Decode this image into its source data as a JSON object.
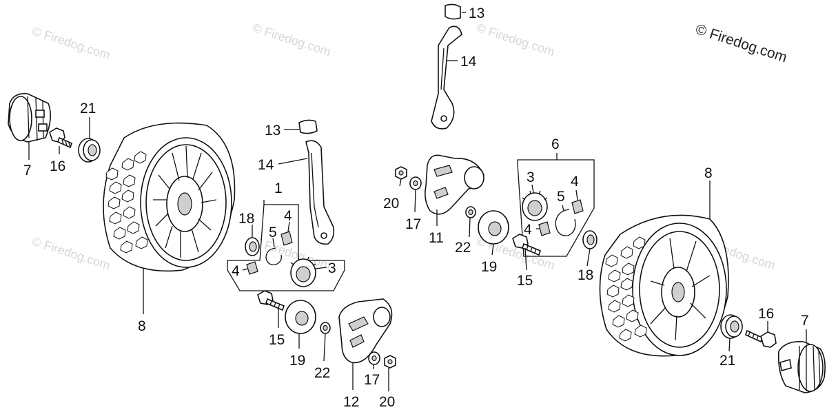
{
  "copyright": "© Firedog.com",
  "watermark": "© Firedog.com",
  "callouts": {
    "l7": "7",
    "l16": "16",
    "l21": "21",
    "l8": "8",
    "l13": "13",
    "l14": "14",
    "l1": "1",
    "l18": "18",
    "l5": "5",
    "l4a": "4",
    "l4b": "4",
    "l3": "3",
    "l15": "15",
    "l19": "19",
    "l22": "22",
    "l12": "12",
    "l17": "17",
    "l20": "20",
    "r13": "13",
    "r14": "14",
    "r20": "20",
    "r17": "17",
    "r11": "11",
    "r22": "22",
    "r19": "19",
    "r6": "6",
    "r3": "3",
    "r5": "5",
    "r4a": "4",
    "r4b": "4",
    "r15": "15",
    "r18": "18",
    "r8": "8",
    "r21": "21",
    "r16": "16",
    "r7": "7"
  }
}
